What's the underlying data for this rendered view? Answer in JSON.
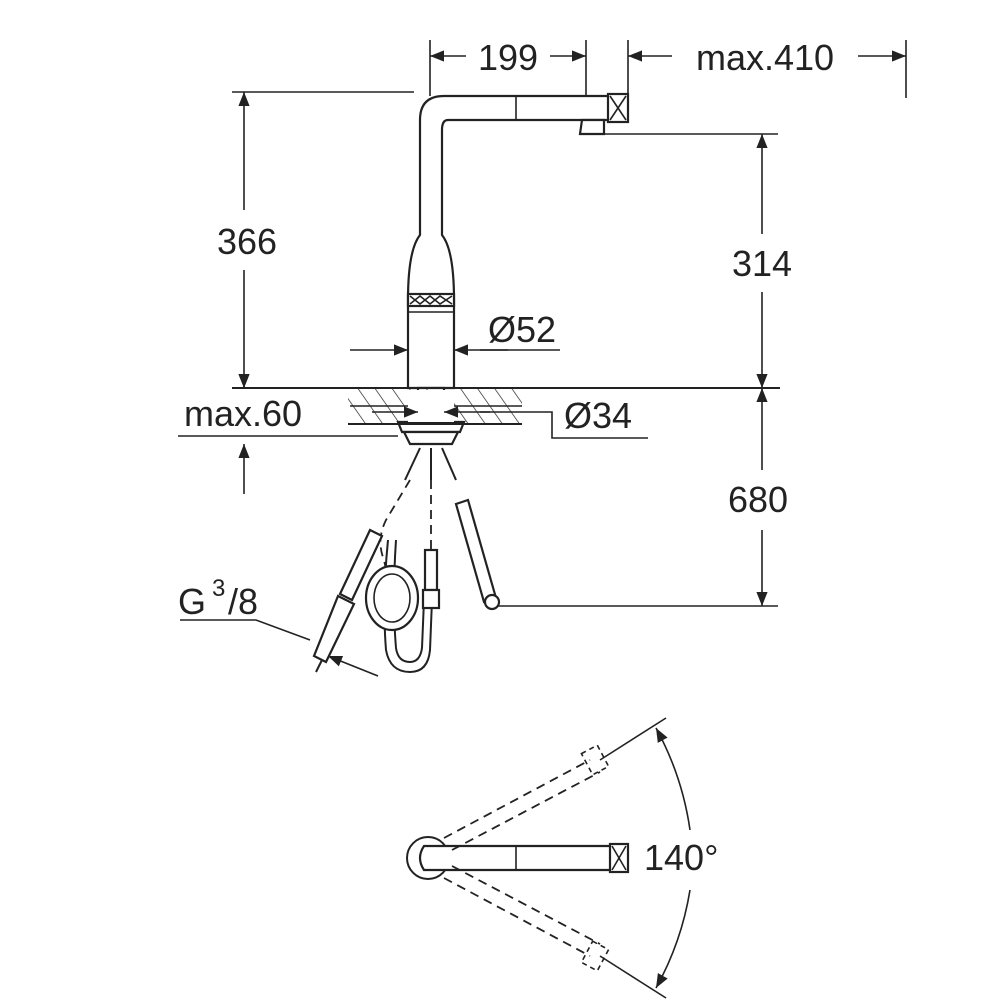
{
  "dimensions": {
    "width_199": "199",
    "max_410": "max.410",
    "height_366": "366",
    "height_314": "314",
    "dia_52": "Ø52",
    "max_60": "max.60",
    "dia_34": "Ø34",
    "length_680": "680",
    "thread_g": "G",
    "thread_num": "3",
    "thread_den": "/8",
    "swivel_angle": "140°"
  },
  "colors": {
    "line": "#222222",
    "background": "#ffffff"
  }
}
